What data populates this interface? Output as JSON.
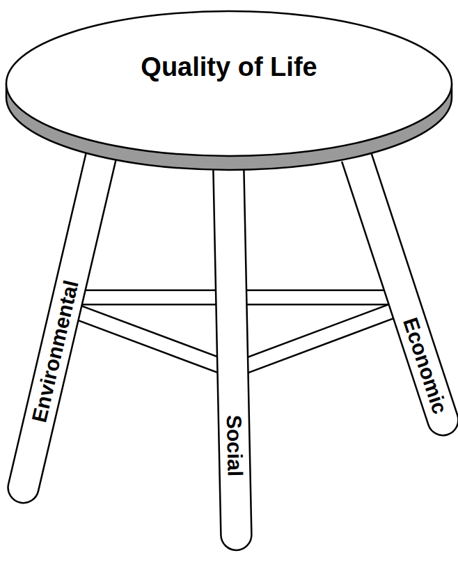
{
  "diagram": {
    "nodes": [
      {
        "text": [
          "Quality of Life"
        ]
      },
      {
        "text": [
          "Environmental"
        ]
      },
      {
        "text": [
          "Social"
        ]
      },
      {
        "text": [
          "Economic"
        ]
      }
    ]
  }
}
